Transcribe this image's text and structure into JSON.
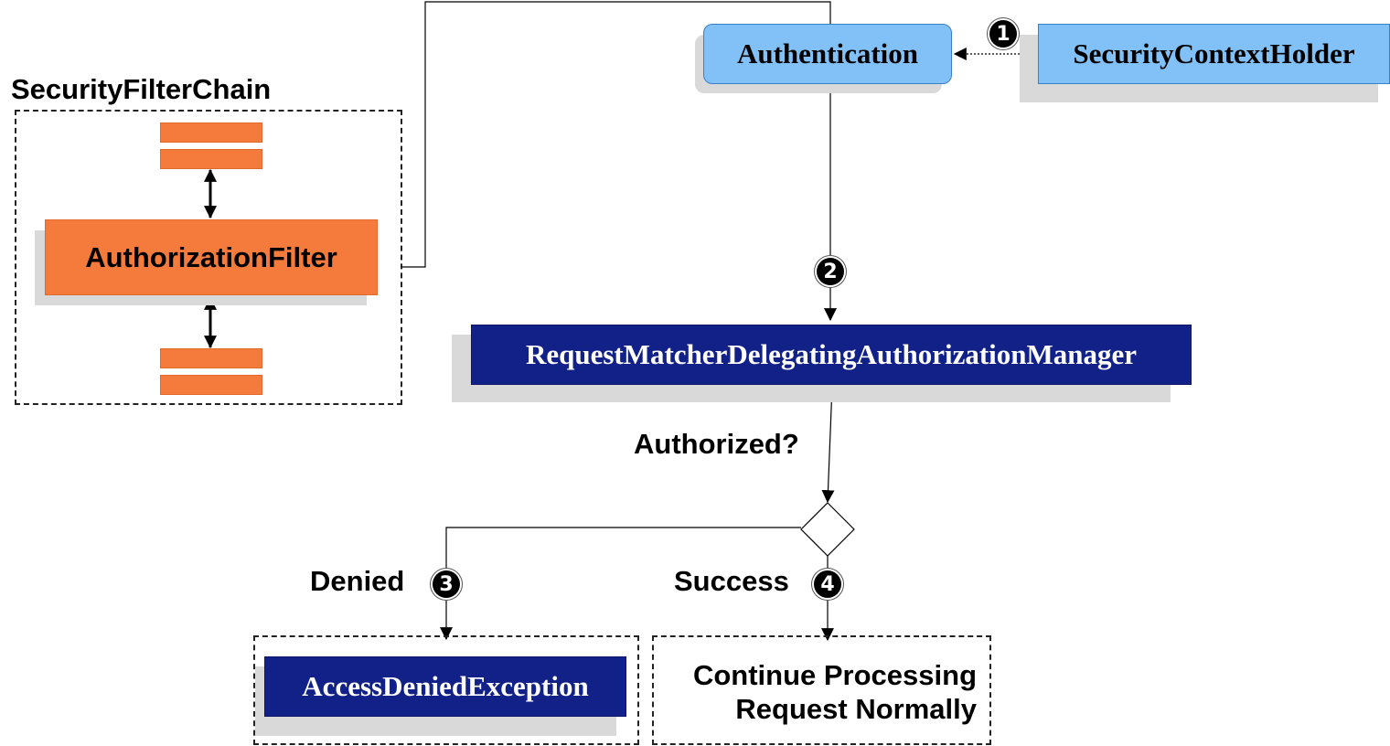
{
  "security_filter_chain": {
    "label": "SecurityFilterChain"
  },
  "authorization_filter": {
    "label": "AuthorizationFilter"
  },
  "authentication": {
    "label": "Authentication"
  },
  "security_context_holder": {
    "label": "SecurityContextHolder"
  },
  "authorization_manager": {
    "label": "RequestMatcherDelegatingAuthorizationManager"
  },
  "decision": {
    "question": "Authorized?"
  },
  "denied_branch": {
    "label": "Denied",
    "target": "AccessDeniedException"
  },
  "success_branch": {
    "label": "Success",
    "target_line1": "Continue Processing",
    "target_line2": "Request Normally"
  },
  "steps": [
    "1",
    "2",
    "3",
    "4"
  ],
  "colors": {
    "filter": "#f57b3d",
    "manager": "#122187",
    "authentication": "#82c1f7"
  }
}
